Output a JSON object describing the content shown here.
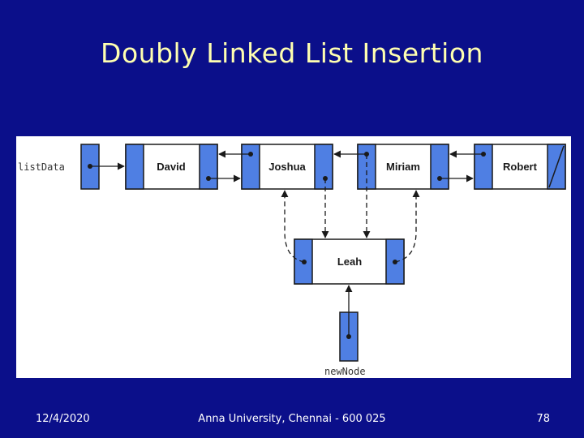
{
  "slide": {
    "title": "Doubly Linked List Insertion",
    "footer_date": "12/4/2020",
    "footer_org": "Anna University, Chennai - 600 025",
    "footer_page": "78"
  },
  "diagram": {
    "head_pointer_label": "listData",
    "new_node_pointer_label": "newNode",
    "list_nodes": [
      "David",
      "Joshua",
      "Miriam",
      "Robert"
    ],
    "inserted_node": "Leah",
    "colors": {
      "slide_background": "#0b0f8a",
      "title_text": "#ffffb0",
      "pointer_cell": "#4f7fe3",
      "cell_border": "#1a1a1a"
    }
  }
}
